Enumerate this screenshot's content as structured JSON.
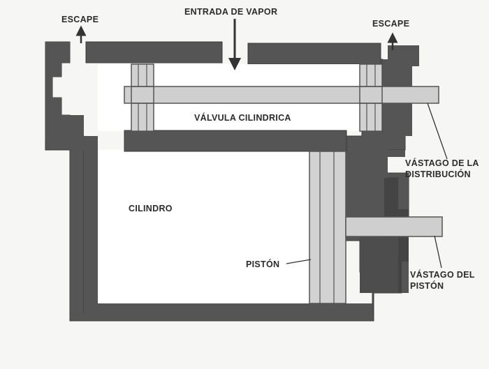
{
  "labels": {
    "escape_left": "ESCAPE",
    "escape_right": "ESCAPE",
    "entrada_de_vapor": "ENTRADA DE VAPOR",
    "valvula_cilindrica": "VÁLVULA CILINDRICA",
    "cilindro": "CILINDRO",
    "piston": "PISTÓN",
    "vastago_distribucion_line1": "VÁSTAGO DE LA",
    "vastago_distribucion_line2": "DISTRIBUCIÓN",
    "vastago_piston_line1": "VÁSTAGO DEL",
    "vastago_piston_line2": "PISTÓN"
  },
  "colors": {
    "housing": "#555555",
    "housing_stroke": "#3a3a3a",
    "rod": "#cfcfcf",
    "piston": "#d2d2d2",
    "interior": "#ffffff",
    "text": "#2b2b2b"
  }
}
